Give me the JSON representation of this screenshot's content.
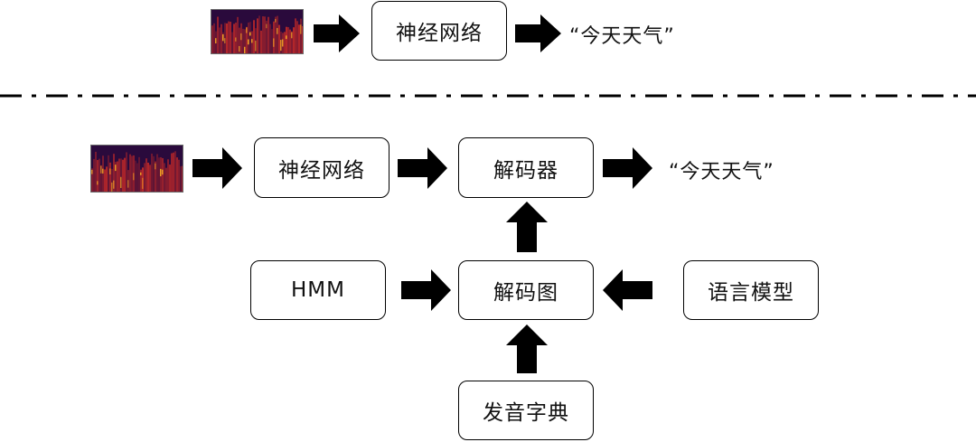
{
  "top_pipeline": {
    "network_label": "神经网络",
    "output_text": "“今天天气”"
  },
  "bottom_pipeline": {
    "network_label": "神经网络",
    "decoder_label": "解码器",
    "output_text": "“今天天气”",
    "hmm_label": "HMM",
    "decode_graph_label": "解码图",
    "language_model_label": "语言模型",
    "lexicon_label": "发音字典"
  },
  "colors": {
    "arrow": "#000000",
    "spectrogram_dark": "#2a0a3c",
    "spectrogram_mid": "#b3262a",
    "spectrogram_hot": "#f6a623"
  },
  "icons": {
    "input": "spectrogram-icon",
    "flow": "block-arrow-icon"
  }
}
